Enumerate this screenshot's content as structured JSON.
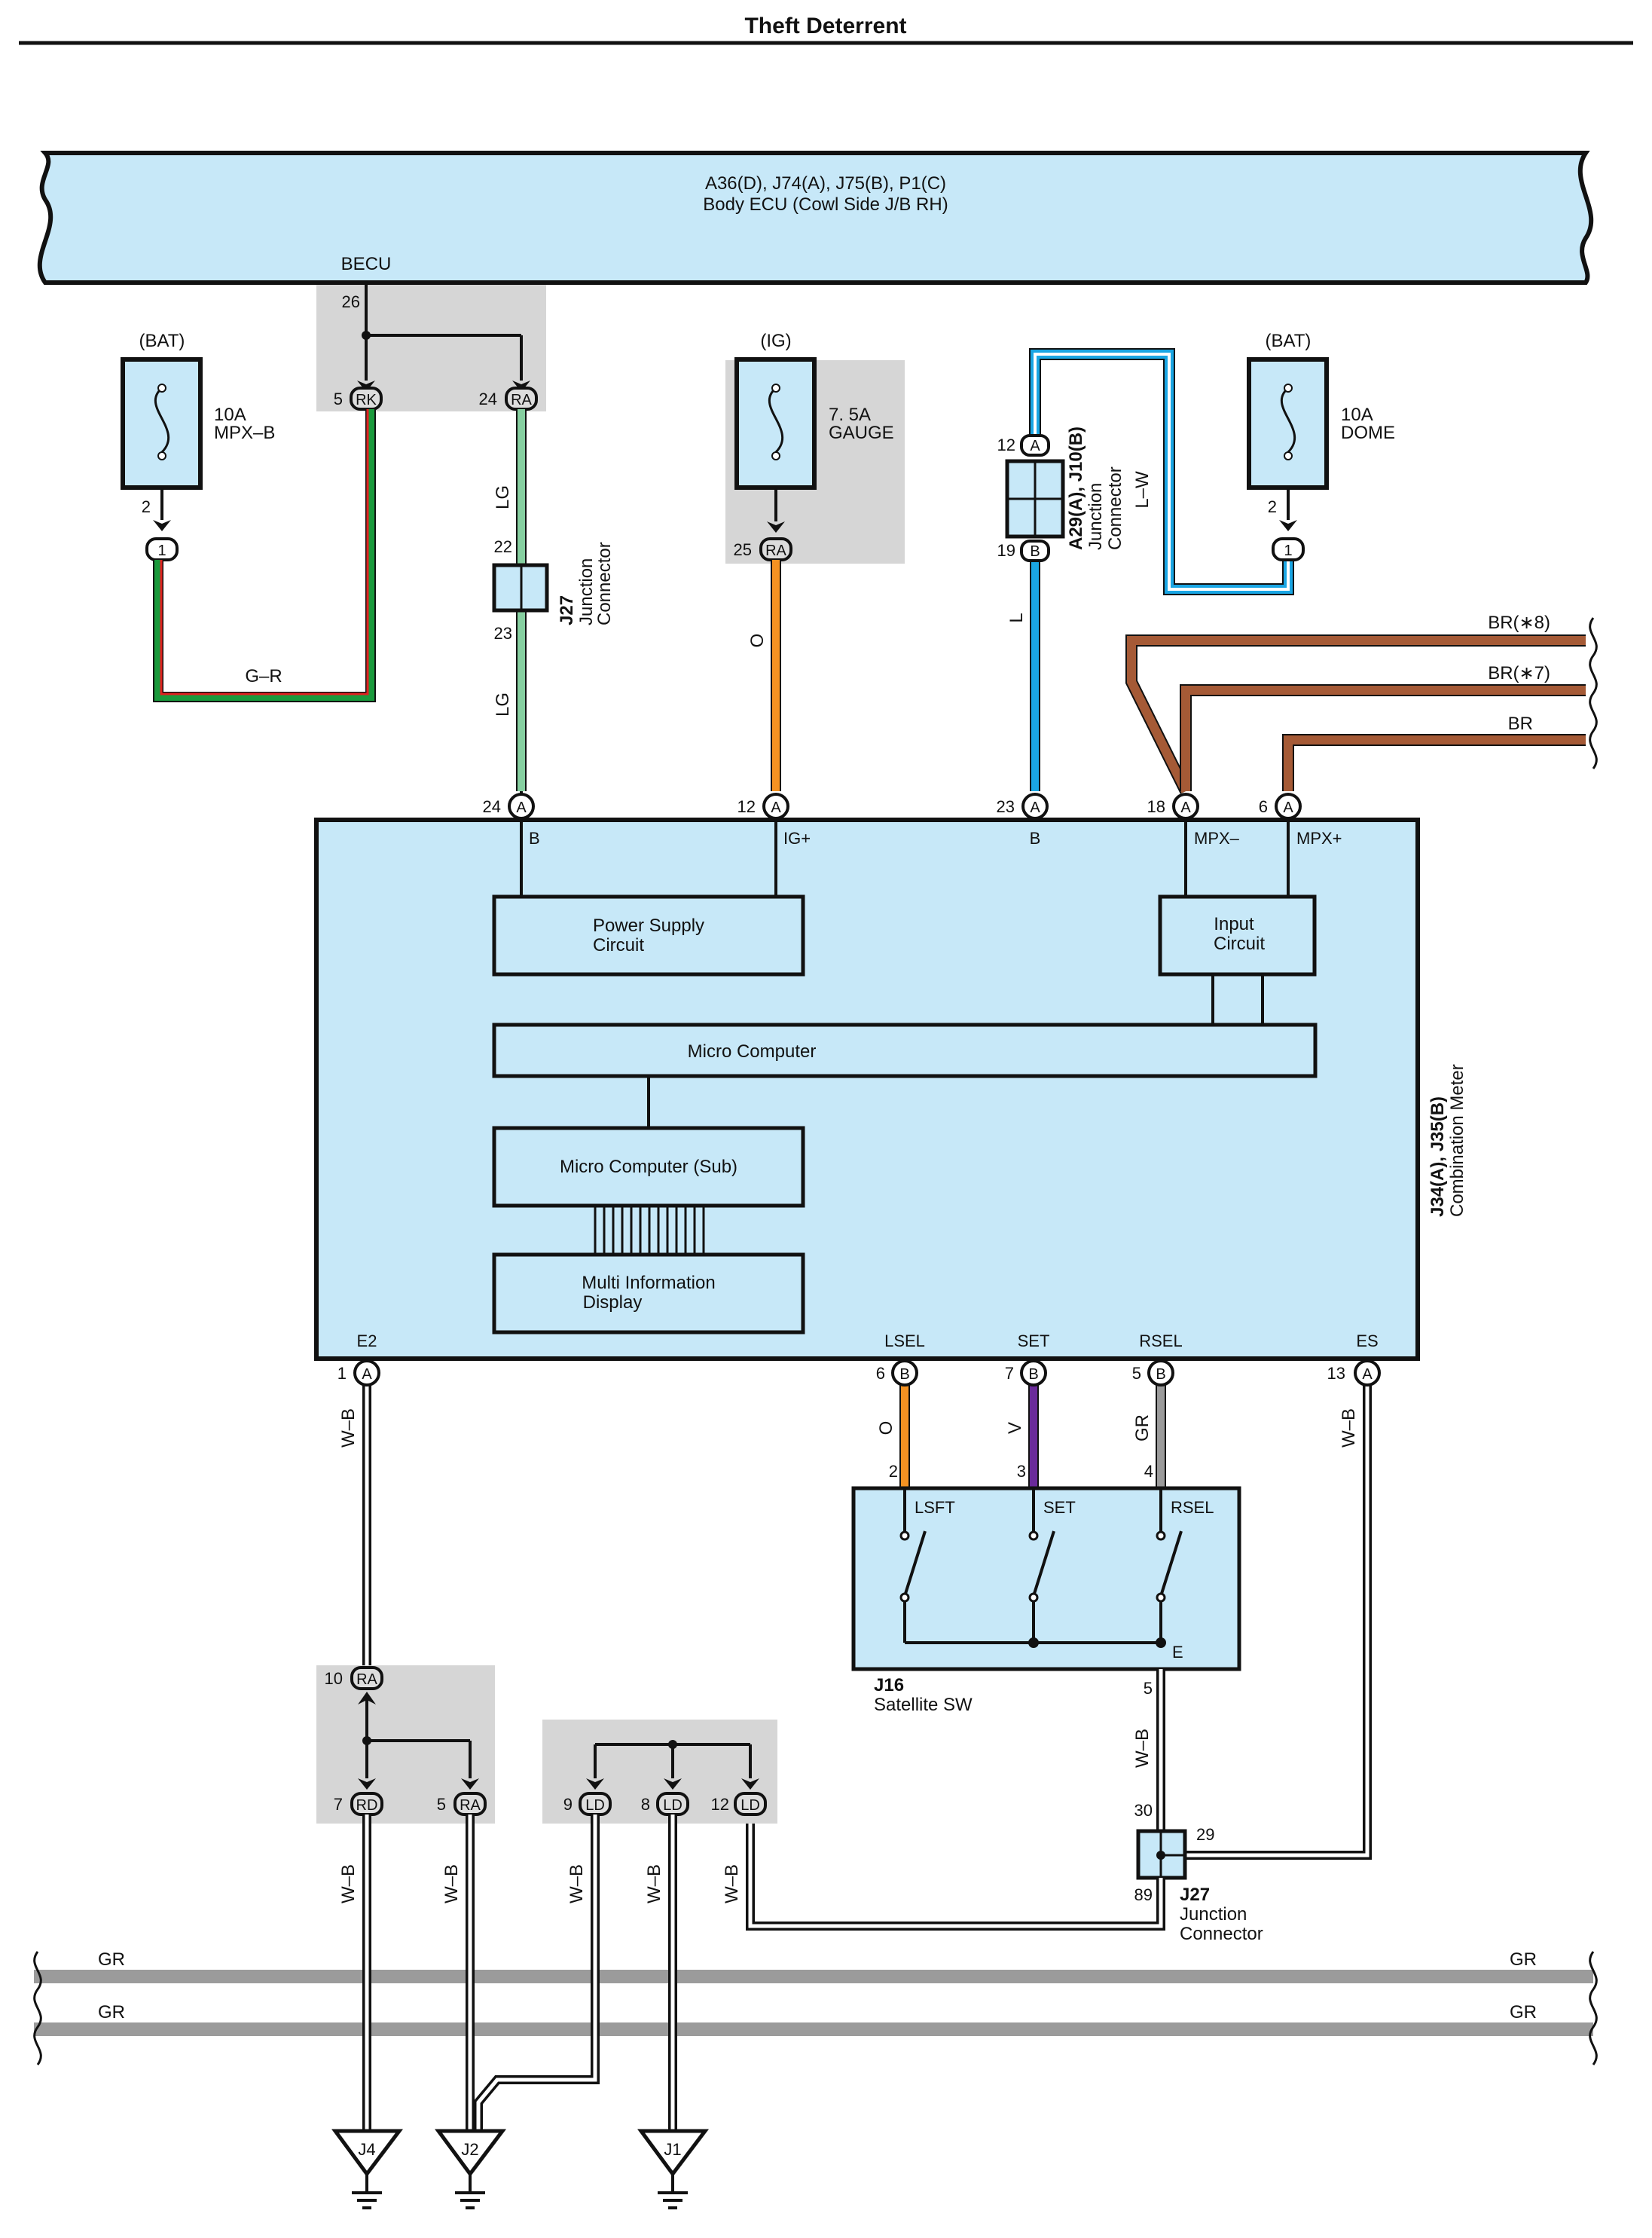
{
  "page": {
    "title": "Theft Deterrent"
  },
  "colors": {
    "ecu_fill": "#c7e8f8",
    "shade": "#d6d6d6",
    "wire_green": "#1a9a3c",
    "wire_red": "#e02020",
    "wire_lg": "#86cfa0",
    "wire_orange": "#f59222",
    "wire_blue": "#1aa6e4",
    "wire_brown": "#a55a36",
    "wire_violet": "#6a2a9a",
    "wire_gray": "#9b9b9b"
  },
  "body_ecu": {
    "connectors": "A36(D), J74(A), J75(B), P1(C)",
    "name": "Body ECU (Cowl Side J/B RH)",
    "becu": "BECU",
    "pin_becu": "26",
    "pin_rk": "5",
    "pin_ra": "24",
    "label_rk": "RK",
    "label_ra": "RA"
  },
  "fuses": {
    "mpxb": {
      "source": "(BAT)",
      "rating": "10A",
      "name": "MPX–B",
      "pin": "2",
      "junction": "1"
    },
    "gauge": {
      "source": "(IG)",
      "rating": "7. 5A",
      "name": "GAUGE",
      "pin": "25",
      "junction": "RA"
    },
    "dome": {
      "source": "(BAT)",
      "rating": "10A",
      "name": "DOME",
      "pin": "2",
      "junction": "1"
    }
  },
  "wire_labels": {
    "gr_mpx": "G–R",
    "lg1": "LG",
    "lg2": "LG",
    "o_gauge": "O",
    "l_b": "L",
    "lw": "L–W",
    "br8": "BR(∗8)",
    "br7": "BR(∗7)",
    "br": "BR",
    "wb_e2": "W–B",
    "wb_es": "W–B",
    "o_lsel": "O",
    "v_set": "V",
    "gr_rsel": "GR",
    "wb_j16": "W–B",
    "wb_rd": "W–B",
    "wb_ra": "W–B",
    "wb_ld9": "W–B",
    "wb_ld8": "W–B",
    "wb_ld12": "W–B",
    "gr_left1": "GR",
    "gr_left2": "GR",
    "gr_right1": "GR",
    "gr_right2": "GR"
  },
  "j27_top": {
    "code": "J27",
    "name1": "Junction",
    "name2": "Connector",
    "pin_in": "22",
    "pin_out": "23"
  },
  "a29": {
    "code": "A29(A), J10(B)",
    "name1": "Junction",
    "name2": "Connector",
    "pin_a": "12",
    "pin_b": "19",
    "label_a": "A",
    "label_b": "B"
  },
  "meter": {
    "code": "J34(A), J35(B)",
    "name": "Combination Meter",
    "top_pins": [
      {
        "num": "24",
        "conn": "A",
        "sig": "B"
      },
      {
        "num": "12",
        "conn": "A",
        "sig": "IG+"
      },
      {
        "num": "23",
        "conn": "A",
        "sig": "B"
      },
      {
        "num": "18",
        "conn": "A",
        "sig": "MPX–"
      },
      {
        "num": "6",
        "conn": "A",
        "sig": "MPX+"
      }
    ],
    "blocks": {
      "power1": "Power Supply",
      "power2": "Circuit",
      "input1": "Input",
      "input2": "Circuit",
      "micro": "Micro Computer",
      "micro_sub": "Micro Computer (Sub)",
      "mid1": "Multi Information",
      "mid2": "Display"
    },
    "bottom_pins": [
      {
        "num": "1",
        "conn": "A",
        "sig": "E2"
      },
      {
        "num": "6",
        "conn": "B",
        "sig": "LSEL"
      },
      {
        "num": "7",
        "conn": "B",
        "sig": "SET"
      },
      {
        "num": "5",
        "conn": "B",
        "sig": "RSEL"
      },
      {
        "num": "13",
        "conn": "A",
        "sig": "ES"
      }
    ]
  },
  "satellite": {
    "code": "J16",
    "name": "Satellite SW",
    "pins": [
      "2",
      "3",
      "4"
    ],
    "switches": [
      "LSFT",
      "SET",
      "RSEL"
    ],
    "e_label": "E",
    "pin_e": "5"
  },
  "j27_bottom": {
    "code": "J27",
    "name1": "Junction",
    "name2": "Connector",
    "pin30": "30",
    "pin29": "29",
    "pin89": "89"
  },
  "splice_ra": {
    "pin_in": "10",
    "label_in": "RA",
    "pin_rd": "7",
    "label_rd": "RD",
    "pin_ra": "5",
    "label_ra": "RA"
  },
  "splice_ld": {
    "pins": [
      "9",
      "8",
      "12"
    ],
    "label": "LD"
  },
  "grounds": [
    "J4",
    "J2",
    "J1"
  ]
}
